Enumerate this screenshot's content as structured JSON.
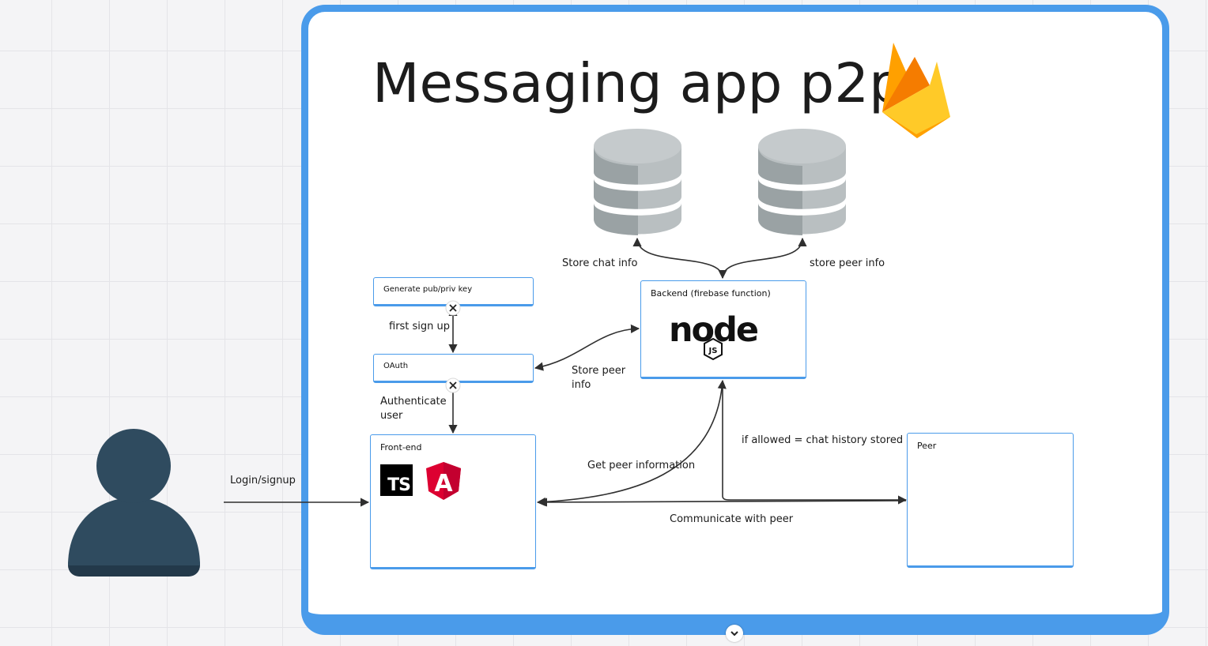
{
  "title": "Messaging app p2p",
  "nodes": {
    "keygen": "Generate pub/priv key",
    "oauth": "OAuth",
    "frontend": "Front-end",
    "backend": "Backend (firebase function)",
    "peer": "Peer"
  },
  "edges": {
    "login": "Login/signup",
    "first_signup": "first sign up",
    "authenticate": "Authenticate user",
    "store_peer_info_oauth": "Store peer info",
    "store_chat": "Store chat info",
    "store_peer_db": "store peer info",
    "get_peer": "Get peer information",
    "chat_history": "if allowed = chat history stored",
    "communicate": "Communicate with peer"
  },
  "logos": {
    "typescript": "TS",
    "nodejs": "node",
    "nodejs_sub": "JS",
    "angular": "A"
  },
  "icons": [
    "user-icon",
    "database-icon",
    "firebase-icon",
    "angular-icon",
    "typescript-icon",
    "nodejs-icon",
    "chevron-down-icon"
  ],
  "colors": {
    "frame": "#4a9bea",
    "user": "#2f4b5f",
    "database": "#b9bfc1",
    "angular": "#dd0031"
  }
}
